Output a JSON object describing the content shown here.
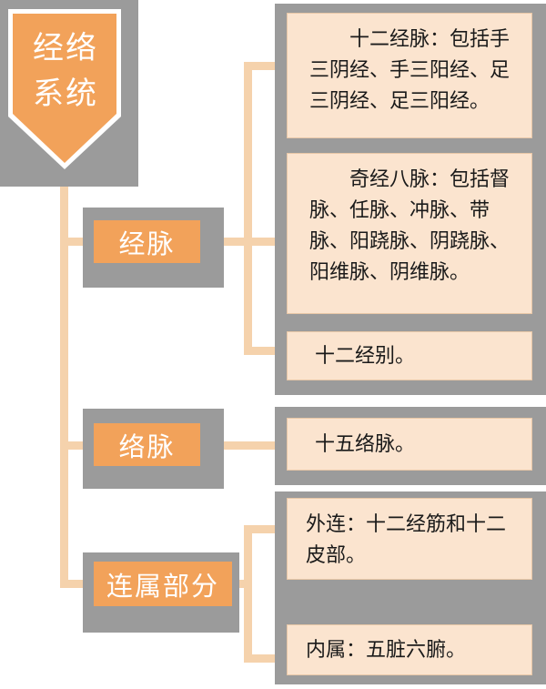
{
  "title": "经络系统",
  "branches": [
    {
      "label": "经脉"
    },
    {
      "label": "络脉"
    },
    {
      "label": "连属部分"
    }
  ],
  "details": {
    "d1": "十二经脉：包括手三阴经、手三阳经、足三阴经、足三阳经。",
    "d2": "奇经八脉：包括督脉、任脉、冲脉、带脉、阳跷脉、阴跷脉、阳维脉、阴维脉。",
    "d3": "十二经别。",
    "d4": "十五络脉。",
    "d5": "外连：十二经筋和十二皮部。",
    "d6": "内属：五脏六腑。"
  },
  "colors": {
    "accent": "#f2a25a",
    "card": "#fbe4cf",
    "gray": "#9b9b9b",
    "line": "#f5d2ac"
  }
}
